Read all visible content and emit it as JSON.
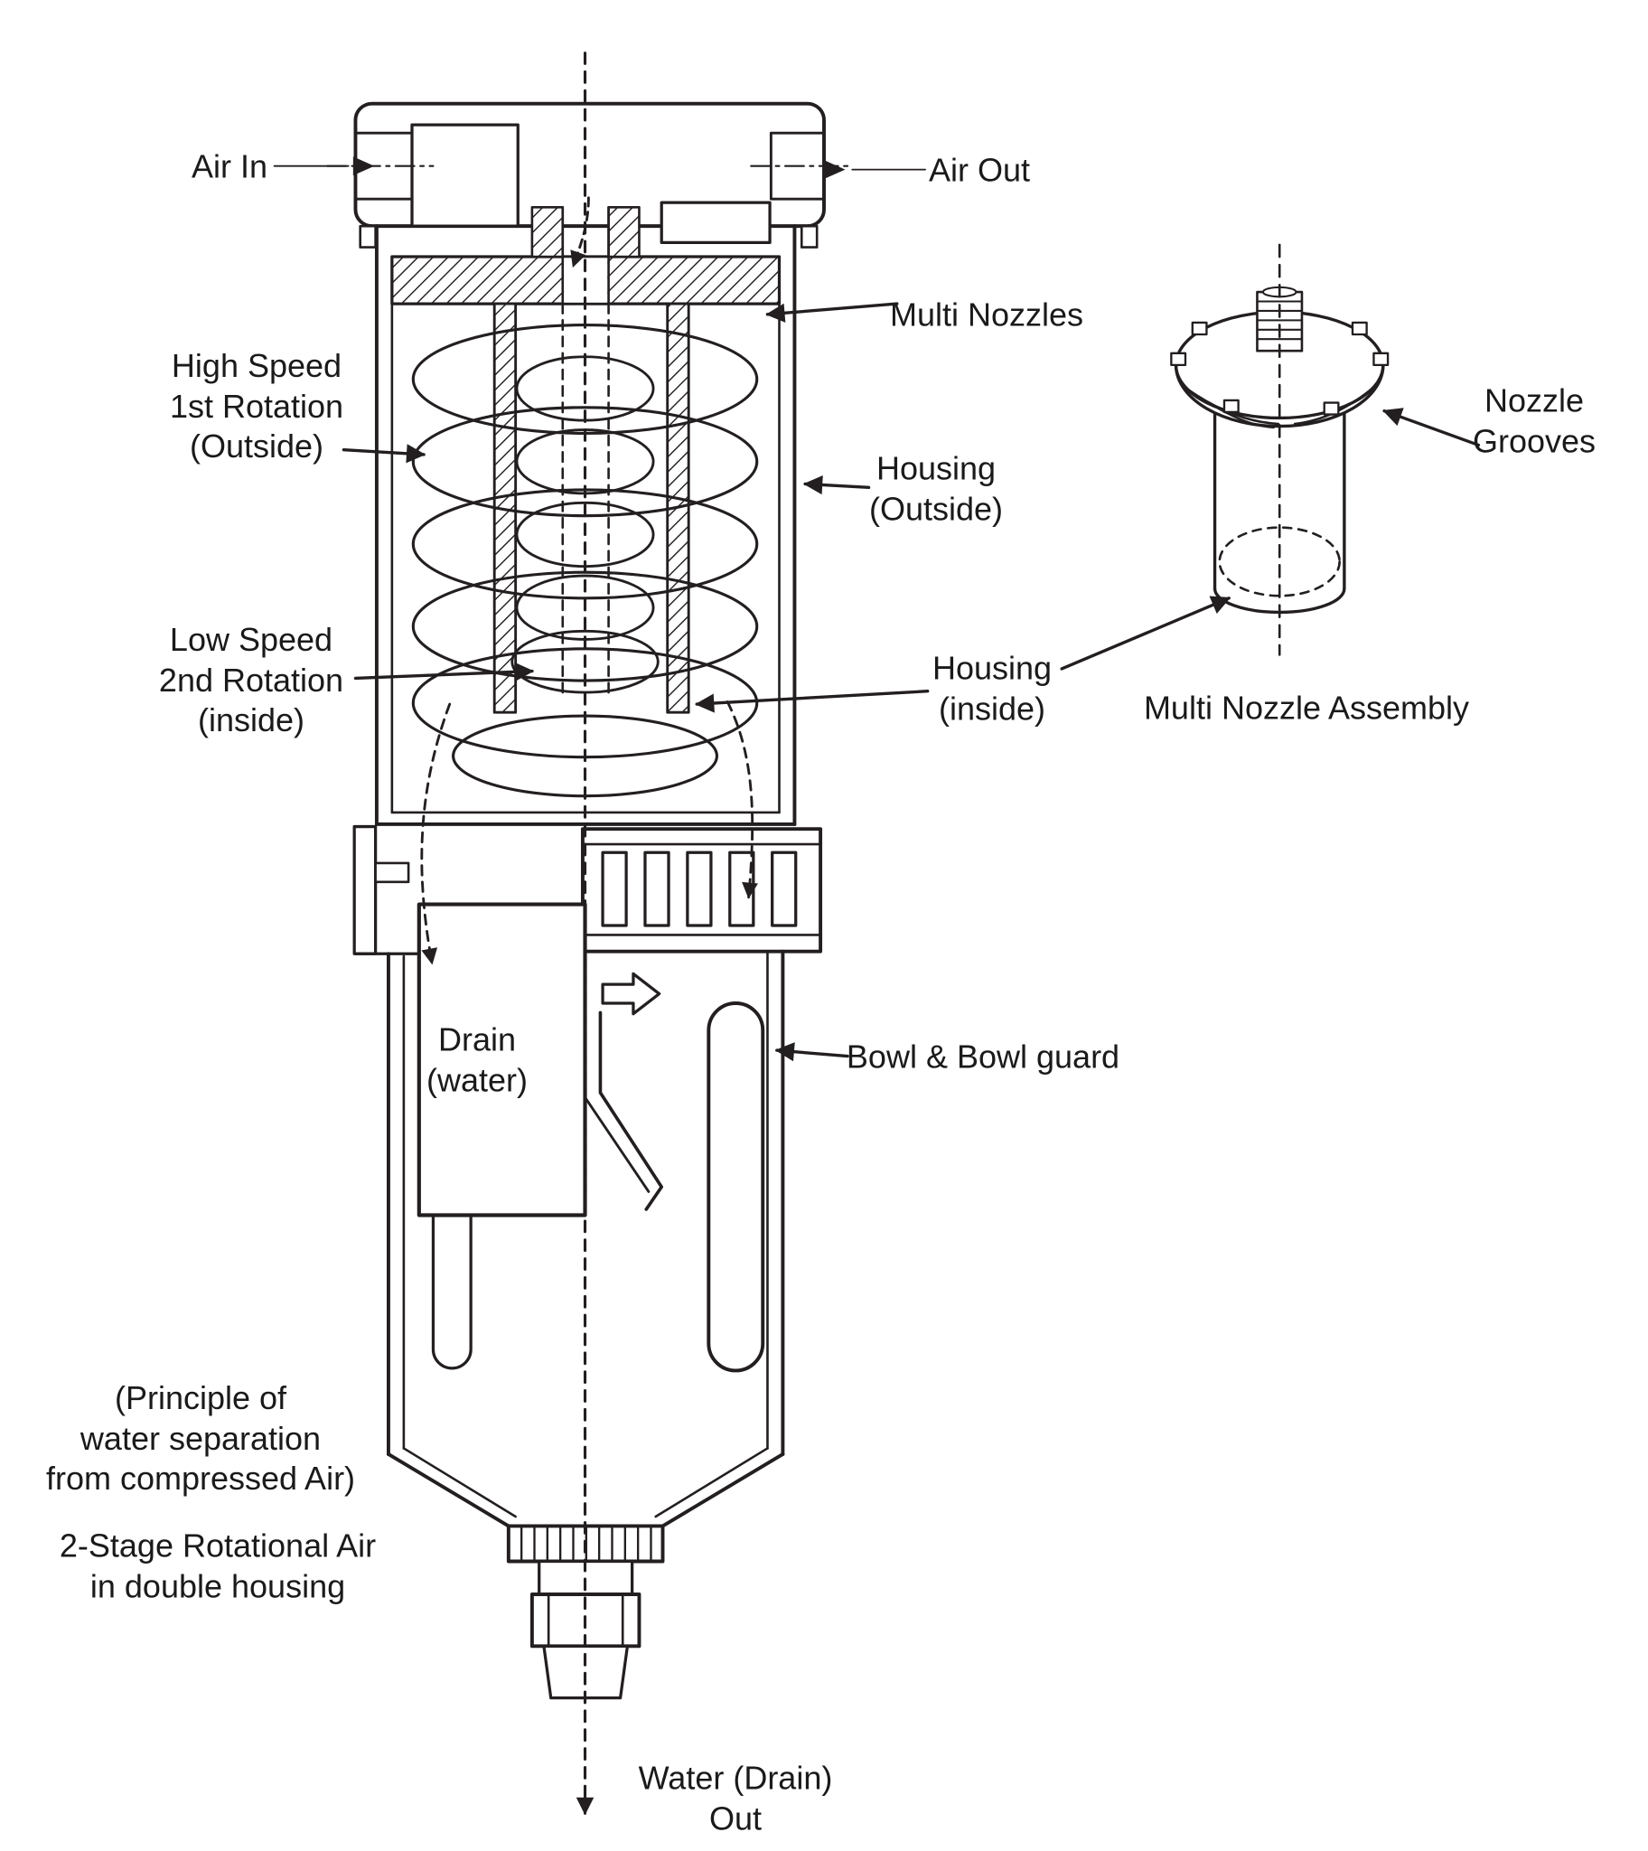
{
  "diagram": {
    "title": "Principle of water separation from compressed air",
    "colors": {
      "line": "#231f20",
      "background": "#ffffff"
    },
    "labels": {
      "air_in": "Air In",
      "air_out": "Air Out",
      "multi_nozzles": "Multi Nozzles",
      "high_speed": "High Speed\n1st Rotation\n(Outside)",
      "housing_outside": "Housing\n(Outside)",
      "low_speed": "Low Speed\n2nd Rotation\n(inside)",
      "housing_inside": "Housing\n(inside)",
      "nozzle_grooves": "Nozzle\nGrooves",
      "multi_nozzle_assembly": "Multi Nozzle Assembly",
      "drain_water": "Drain\n(water)",
      "bowl_guard": "Bowl & Bowl guard",
      "principle": "(Principle of\nwater separation\nfrom compressed Air)",
      "two_stage": "2-Stage Rotational Air\nin double housing",
      "water_out": "Water (Drain)\nOut"
    }
  }
}
